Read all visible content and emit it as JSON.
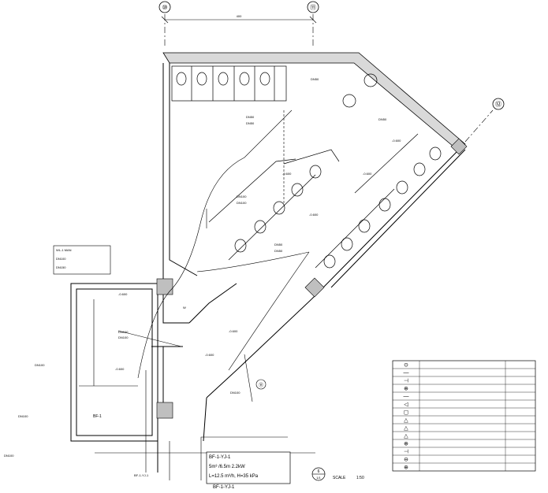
{
  "grid": {
    "left": "⑩",
    "right": "⑪",
    "diag": "⑫",
    "bottom": "⑪",
    "span": "400"
  },
  "notes": {
    "elev1": "-0.600",
    "elev2": "-0.600",
    "elev3": "-0.600",
    "elev4": "-0.600",
    "elev5": "-0.600",
    "elev6": "-0.600",
    "elev7": "-0.600",
    "elev8": "-0.600",
    "n1": "DN50",
    "n2": "DN50",
    "n3": "DN50",
    "n4": "DN50",
    "n5": "DN100",
    "n6": "DN100",
    "n7": "DN50",
    "n8": "DN50",
    "n9": "DN100",
    "n10": "DN100",
    "n11": "DN100",
    "n12": "DN100",
    "n13": "DN100",
    "n14": "DN100",
    "room_mark": "W",
    "pump_label": "BF-1",
    "tank_note": "BF-1-YJ-1"
  },
  "left_box": {
    "l1": "WL-1 MAN",
    "l2": "DN100",
    "l3": "DN150"
  },
  "equip": {
    "title": "BF-1-YJ-1",
    "line1": "5m³ /6.5m    2.2kW",
    "line2": "L=12.5 m³/h, H=35 kPa",
    "sub": "BF-1-YJ-1"
  },
  "legend": {
    "rows": [
      {
        "sym": "⊙",
        "desc": "",
        "code": ""
      },
      {
        "sym": "—",
        "desc": "",
        "code": ""
      },
      {
        "sym": "⊣",
        "desc": "",
        "code": ""
      },
      {
        "sym": "⊕",
        "desc": "",
        "code": ""
      },
      {
        "sym": "—",
        "desc": "",
        "code": ""
      },
      {
        "sym": "◁",
        "desc": "",
        "code": ""
      },
      {
        "sym": "▢",
        "desc": "",
        "code": ""
      },
      {
        "sym": "△",
        "desc": "",
        "code": ""
      },
      {
        "sym": "△",
        "desc": "",
        "code": ""
      },
      {
        "sym": "△",
        "desc": "",
        "code": ""
      },
      {
        "sym": "⊕",
        "desc": "",
        "code": ""
      },
      {
        "sym": "⊣",
        "desc": "",
        "code": ""
      },
      {
        "sym": "⊖",
        "desc": "",
        "code": ""
      },
      {
        "sym": "⊕",
        "desc": "",
        "code": ""
      }
    ]
  },
  "title_block": {
    "num": "6",
    "sheet": "1/1",
    "scale_label": "SCALE",
    "scale": "1:50"
  }
}
